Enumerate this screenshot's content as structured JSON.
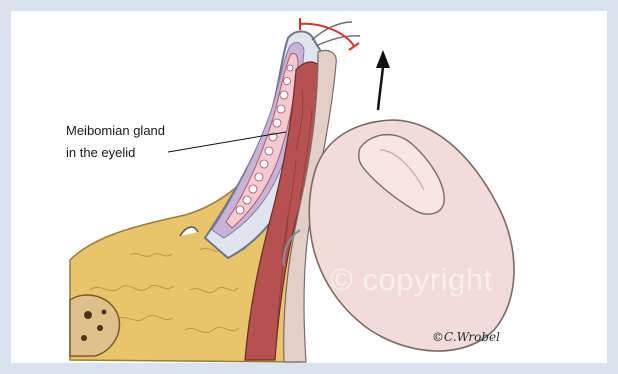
{
  "labels": {
    "gland_line1": "Meibomian gland",
    "gland_line2": "in the eyelid"
  },
  "watermark": "© copyright",
  "signature": "©C.Wrobel",
  "colors": {
    "border": "#d9e3ee",
    "fat": "#e8c46a",
    "muscle": "#b5524f",
    "gland": "#f3c9d2",
    "skin": "#f1dcd7",
    "arrow_red": "#d8312a"
  }
}
